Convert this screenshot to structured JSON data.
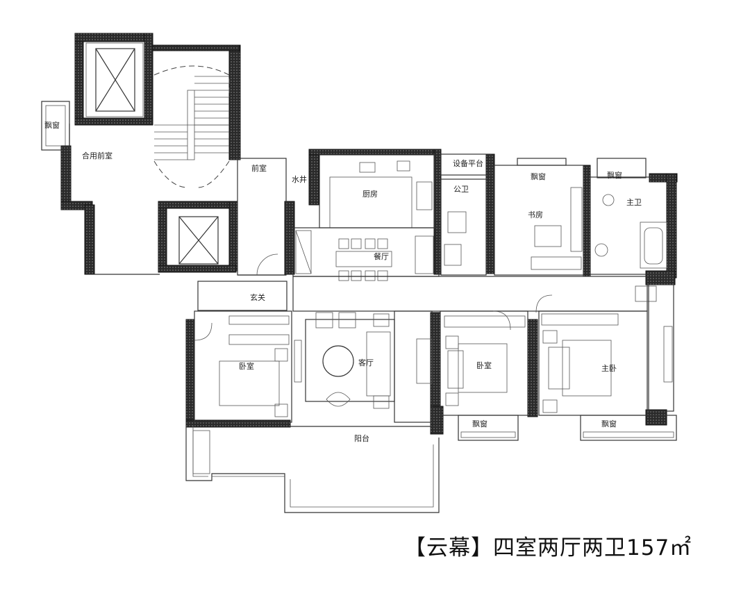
{
  "caption": "【云幕】四室两厅两卫157㎡",
  "rooms": {
    "bay_window_left": "飘窗",
    "shared_vestibule": "合用前室",
    "front_room": "前室",
    "water_well": "水井",
    "kitchen": "厨房",
    "public_bath": "公卫",
    "equipment_platform": "设备平台",
    "bay_window_study": "飘窗",
    "bay_window_master_bath": "飘窗",
    "master_bath": "主卫",
    "study": "书房",
    "dining": "餐厅",
    "entrance": "玄关",
    "bedroom_left": "卧室",
    "living": "客厅",
    "bedroom_mid": "卧室",
    "master_bedroom": "主卧",
    "bay_window_bed": "飘窗",
    "bay_window_master": "飘窗",
    "balcony": "阳台"
  },
  "colors": {
    "wall": "#1a1a1a",
    "line": "#333333"
  }
}
